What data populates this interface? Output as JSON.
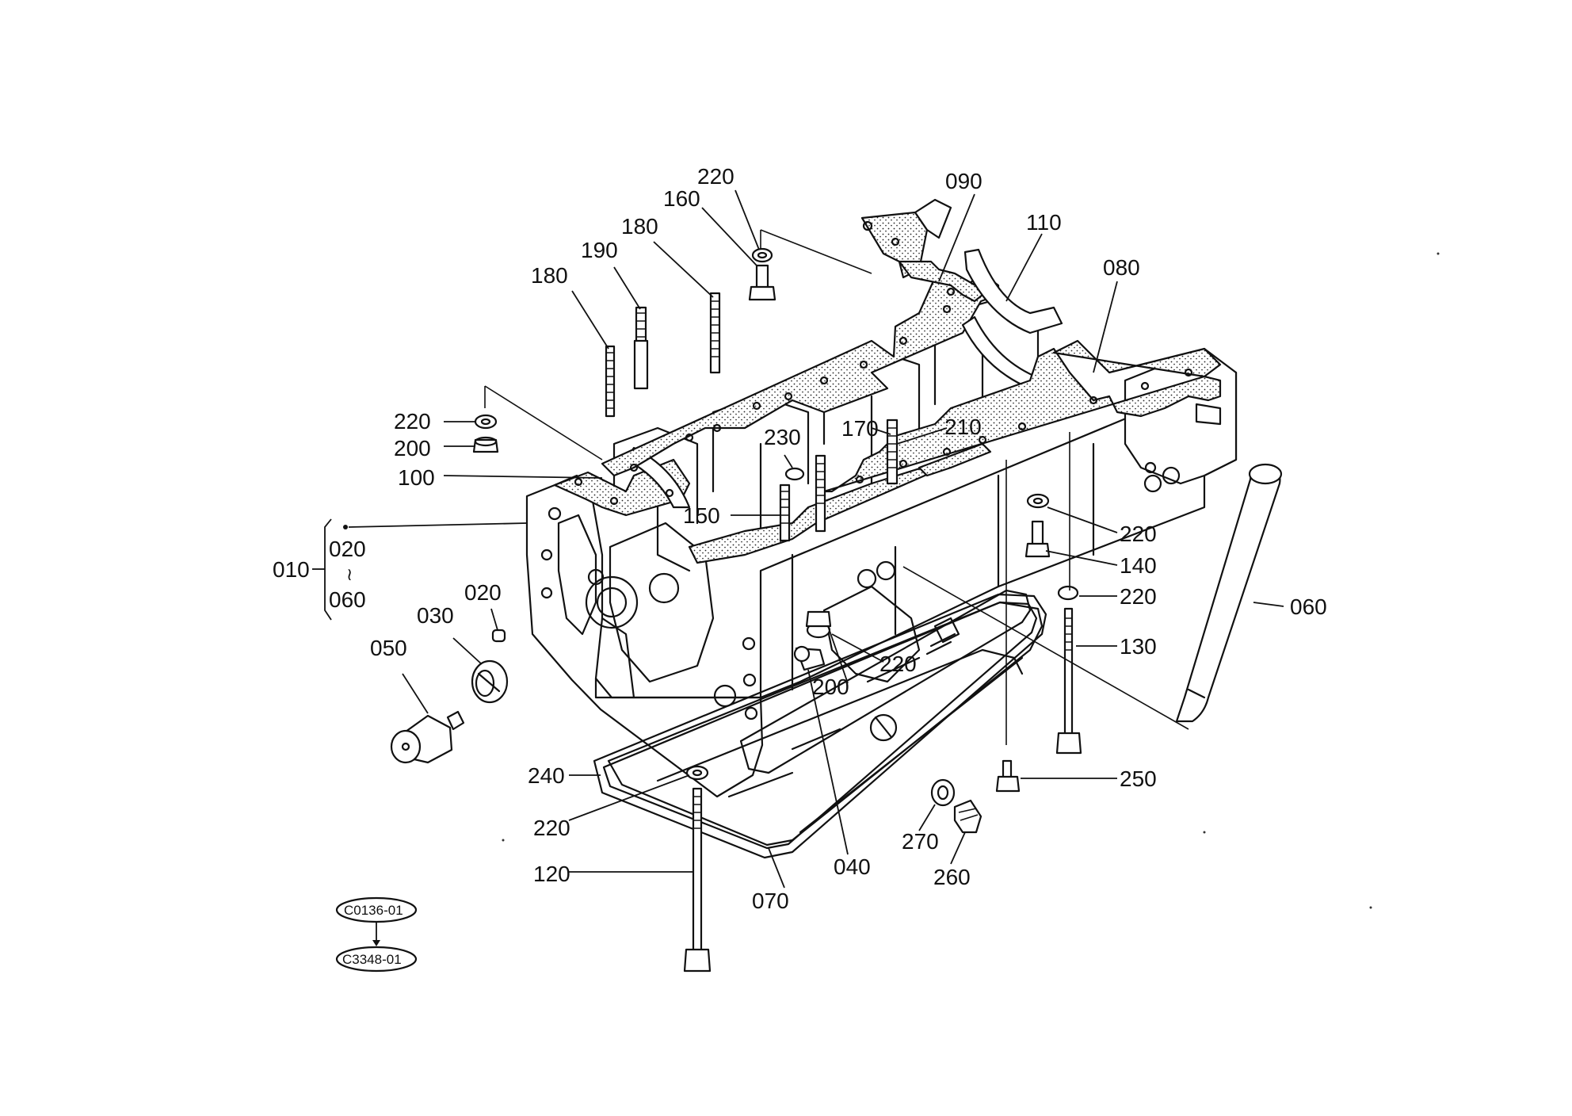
{
  "callouts": {
    "c010": "010",
    "c020_a": "020",
    "c020_b": "020",
    "c030": "030",
    "c040": "040",
    "c050": "050",
    "c060_a": "060",
    "c060_b": "060",
    "c070": "070",
    "c080": "080",
    "c090": "090",
    "c100": "100",
    "c110": "110",
    "c120": "120",
    "c130": "130",
    "c140": "140",
    "c150": "150",
    "c160": "160",
    "c170": "170",
    "c180_a": "180",
    "c180_b": "180",
    "c190": "190",
    "c200_a": "200",
    "c200_b": "200",
    "c210": "210",
    "c220_a": "220",
    "c220_b": "220",
    "c220_c": "220",
    "c220_d": "220",
    "c220_e": "220",
    "c220_f": "220",
    "c230": "230",
    "c240": "240",
    "c250": "250",
    "c260": "260",
    "c270": "270",
    "bracket_tilde": "≀"
  },
  "reference_codes": {
    "top": "C0136-01",
    "bottom": "C3348-01"
  }
}
